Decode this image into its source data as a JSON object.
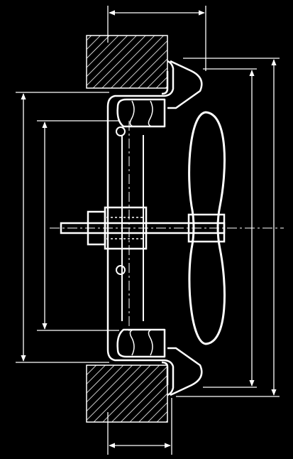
{
  "drawing": {
    "subject": "valve-handwheel-section",
    "background": "#000000",
    "ink": "#ffffff",
    "centerline_style": "dash-dot",
    "hatch_style": "diagonal"
  }
}
